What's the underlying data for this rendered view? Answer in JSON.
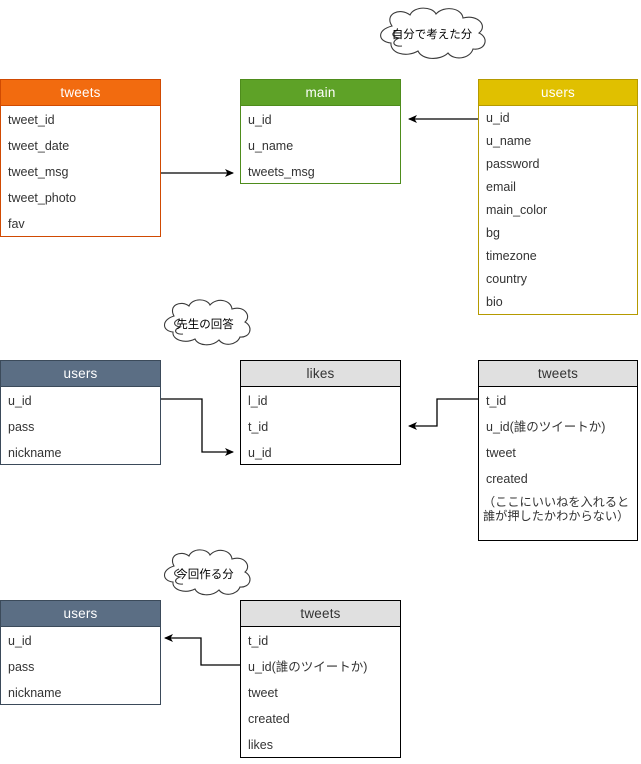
{
  "diagram": {
    "type": "er-diagram",
    "title_note": "Twitter-like schema draft with three variants",
    "sections": [
      {
        "id": "section-own-idea",
        "callout": "自分で考えた分",
        "tables": [
          {
            "name": "tweets",
            "theme": "orange",
            "fields": [
              "tweet_id",
              "tweet_date",
              "tweet_msg",
              "tweet_photo",
              "fav"
            ]
          },
          {
            "name": "main",
            "theme": "green",
            "fields": [
              "u_id",
              "u_name",
              "tweets_msg"
            ]
          },
          {
            "name": "users",
            "theme": "yellow",
            "fields": [
              "u_id",
              "u_name",
              "password",
              "email",
              "main_color",
              "bg",
              "timezone",
              "country",
              "bio"
            ]
          }
        ],
        "relations": [
          {
            "from": "tweets.tweet_msg",
            "to": "main.tweets_msg",
            "direction": "right"
          },
          {
            "from": "users.u_id",
            "to": "main.u_id",
            "direction": "left"
          }
        ]
      },
      {
        "id": "section-teacher-answer",
        "callout": "先生の回答",
        "tables": [
          {
            "name": "users",
            "theme": "slate",
            "fields": [
              "u_id",
              "pass",
              "nickname"
            ]
          },
          {
            "name": "likes",
            "theme": "gray",
            "fields": [
              "l_id",
              "t_id",
              "u_id"
            ]
          },
          {
            "name": "tweets",
            "theme": "gray",
            "fields": [
              "t_id",
              "u_id(誰のツイートか)",
              "tweet",
              "created"
            ],
            "note": "（ここにいいねを入れると\n誰が押したかわからない）"
          }
        ],
        "relations": [
          {
            "from": "users.u_id",
            "to": "likes.u_id",
            "direction": "right"
          },
          {
            "from": "tweets.t_id",
            "to": "likes.t_id",
            "direction": "left"
          }
        ]
      },
      {
        "id": "section-to-build",
        "callout": "今回作る分",
        "tables": [
          {
            "name": "users",
            "theme": "slate",
            "fields": [
              "u_id",
              "pass",
              "nickname"
            ]
          },
          {
            "name": "tweets",
            "theme": "gray",
            "fields": [
              "t_id",
              "u_id(誰のツイートか)",
              "tweet",
              "created",
              "likes"
            ]
          }
        ],
        "relations": [
          {
            "from": "tweets.u_id",
            "to": "users.u_id",
            "direction": "left"
          }
        ]
      }
    ],
    "colors": {
      "orange_header": "#F26B0F",
      "orange_border": "#D04A02",
      "green_header": "#5EA227",
      "green_border": "#4E8C1C",
      "yellow_header": "#E0C000",
      "yellow_border": "#B59A00",
      "slate_header": "#5B6E84",
      "slate_border": "#3B4A5A",
      "gray_header": "#E0E0E0",
      "gray_border": "#000000",
      "connector": "#000000",
      "background": "#FFFFFF"
    }
  }
}
